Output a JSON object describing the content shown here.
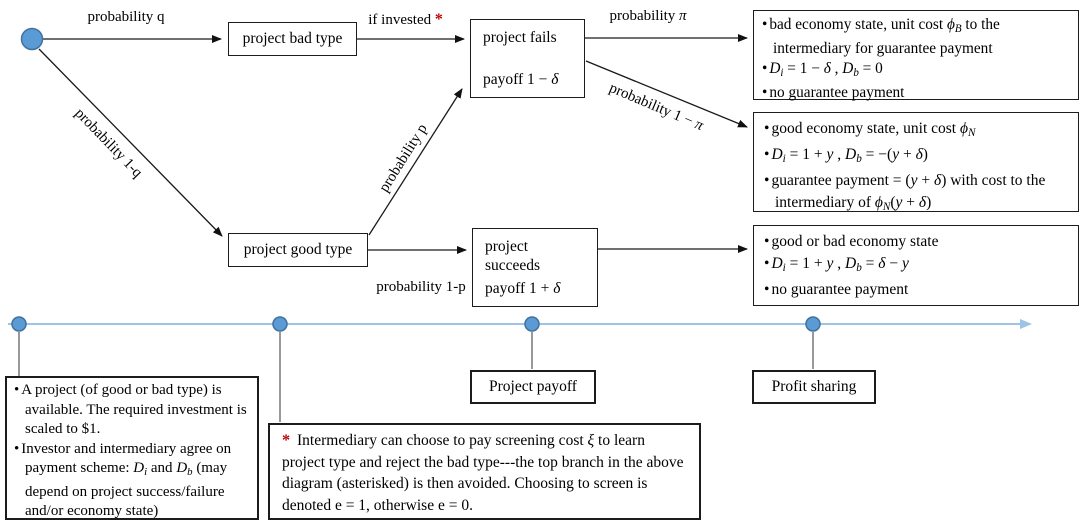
{
  "colors": {
    "node_fill": "#5b9bd5",
    "node_stroke": "#41719c",
    "timeline_line": "#9dc3e6",
    "red": "#c00000"
  },
  "edges": {
    "prob_q": "probability q",
    "prob_1q": "probability 1-q",
    "if_invested": [
      {
        "t": "if invested "
      },
      {
        "t": "*",
        "s": "r"
      }
    ],
    "prob_p": "probability p",
    "prob_1p": "probability 1-p",
    "prob_pi": [
      {
        "t": "probability "
      },
      {
        "t": "π",
        "s": "i"
      }
    ],
    "prob_1pi": [
      {
        "t": "probability 1 − "
      },
      {
        "t": "π",
        "s": "i"
      }
    ]
  },
  "nodes": {
    "bad_type": "project bad type",
    "good_type": "project good type",
    "fails_line1": "project fails",
    "fails_line2": [
      {
        "t": "payoff 1 − "
      },
      {
        "t": "δ",
        "s": "i"
      }
    ],
    "succeeds_line1": "project succeeds",
    "succeeds_line2": [
      {
        "t": "payoff 1 + "
      },
      {
        "t": "δ",
        "s": "i"
      }
    ]
  },
  "outcomes": {
    "bad_economy": [
      [
        {
          "t": "bad economy state, unit cost "
        },
        {
          "t": "ϕ",
          "s": "i"
        },
        {
          "t": "B",
          "s": "sub"
        },
        {
          "t": " to the intermediary for guarantee payment"
        }
      ],
      [
        {
          "t": "D",
          "s": "i"
        },
        {
          "t": "i",
          "s": "sub"
        },
        {
          "t": " = 1 − "
        },
        {
          "t": "δ",
          "s": "i"
        },
        {
          "t": " , "
        },
        {
          "t": "D",
          "s": "i"
        },
        {
          "t": "b",
          "s": "sub"
        },
        {
          "t": " = 0"
        }
      ],
      [
        {
          "t": "no guarantee payment"
        }
      ]
    ],
    "good_economy": [
      [
        {
          "t": "good economy state, unit cost "
        },
        {
          "t": "ϕ",
          "s": "i"
        },
        {
          "t": "N",
          "s": "sub"
        }
      ],
      [
        {
          "t": "D",
          "s": "i"
        },
        {
          "t": "i",
          "s": "sub"
        },
        {
          "t": " = 1 + "
        },
        {
          "t": "y",
          "s": "i"
        },
        {
          "t": " , "
        },
        {
          "t": "D",
          "s": "i"
        },
        {
          "t": "b",
          "s": "sub"
        },
        {
          "t": " = −("
        },
        {
          "t": "y",
          "s": "i"
        },
        {
          "t": " + "
        },
        {
          "t": "δ",
          "s": "i"
        },
        {
          "t": ")"
        }
      ],
      [
        {
          "t": "guarantee payment = ("
        },
        {
          "t": "y",
          "s": "i"
        },
        {
          "t": " + "
        },
        {
          "t": "δ",
          "s": "i"
        },
        {
          "t": ") with cost to the intermediary of "
        },
        {
          "t": "ϕ",
          "s": "i"
        },
        {
          "t": "N",
          "s": "sub"
        },
        {
          "t": "("
        },
        {
          "t": "y",
          "s": "i"
        },
        {
          "t": " + "
        },
        {
          "t": "δ",
          "s": "i"
        },
        {
          "t": ")"
        }
      ]
    ],
    "success": [
      [
        {
          "t": "good or bad economy state"
        }
      ],
      [
        {
          "t": "D",
          "s": "i"
        },
        {
          "t": "i",
          "s": "sub"
        },
        {
          "t": " = 1 + "
        },
        {
          "t": "y",
          "s": "i"
        },
        {
          "t": " , "
        },
        {
          "t": "D",
          "s": "i"
        },
        {
          "t": "b",
          "s": "sub"
        },
        {
          "t": " = "
        },
        {
          "t": "δ",
          "s": "i"
        },
        {
          "t": " − "
        },
        {
          "t": "y",
          "s": "i"
        }
      ],
      [
        {
          "t": "no guarantee payment"
        }
      ]
    ]
  },
  "timeline": {
    "project_payoff": "Project payoff",
    "profit_sharing": "Profit sharing",
    "setup_event": [
      [
        {
          "t": "A project (of good or bad type) is available. The required investment is scaled to $1."
        }
      ],
      [
        {
          "t": "Investor and intermediary agree on payment scheme: "
        },
        {
          "t": "D",
          "s": "i"
        },
        {
          "t": "i",
          "s": "sub"
        },
        {
          "t": " and "
        },
        {
          "t": "D",
          "s": "i"
        },
        {
          "t": "b",
          "s": "sub"
        },
        {
          "t": " (may depend on project success/failure and/or economy state)"
        }
      ]
    ],
    "screening_note": [
      {
        "t": "*",
        "s": "r"
      },
      {
        "t": " Intermediary can choose to pay screening cost "
      },
      {
        "t": "ξ",
        "s": "i"
      },
      {
        "t": " to learn project type and reject the bad type---the top branch in the above diagram (asterisked) is then avoided. Choosing to screen is denoted e = 1, otherwise e = 0."
      }
    ]
  }
}
